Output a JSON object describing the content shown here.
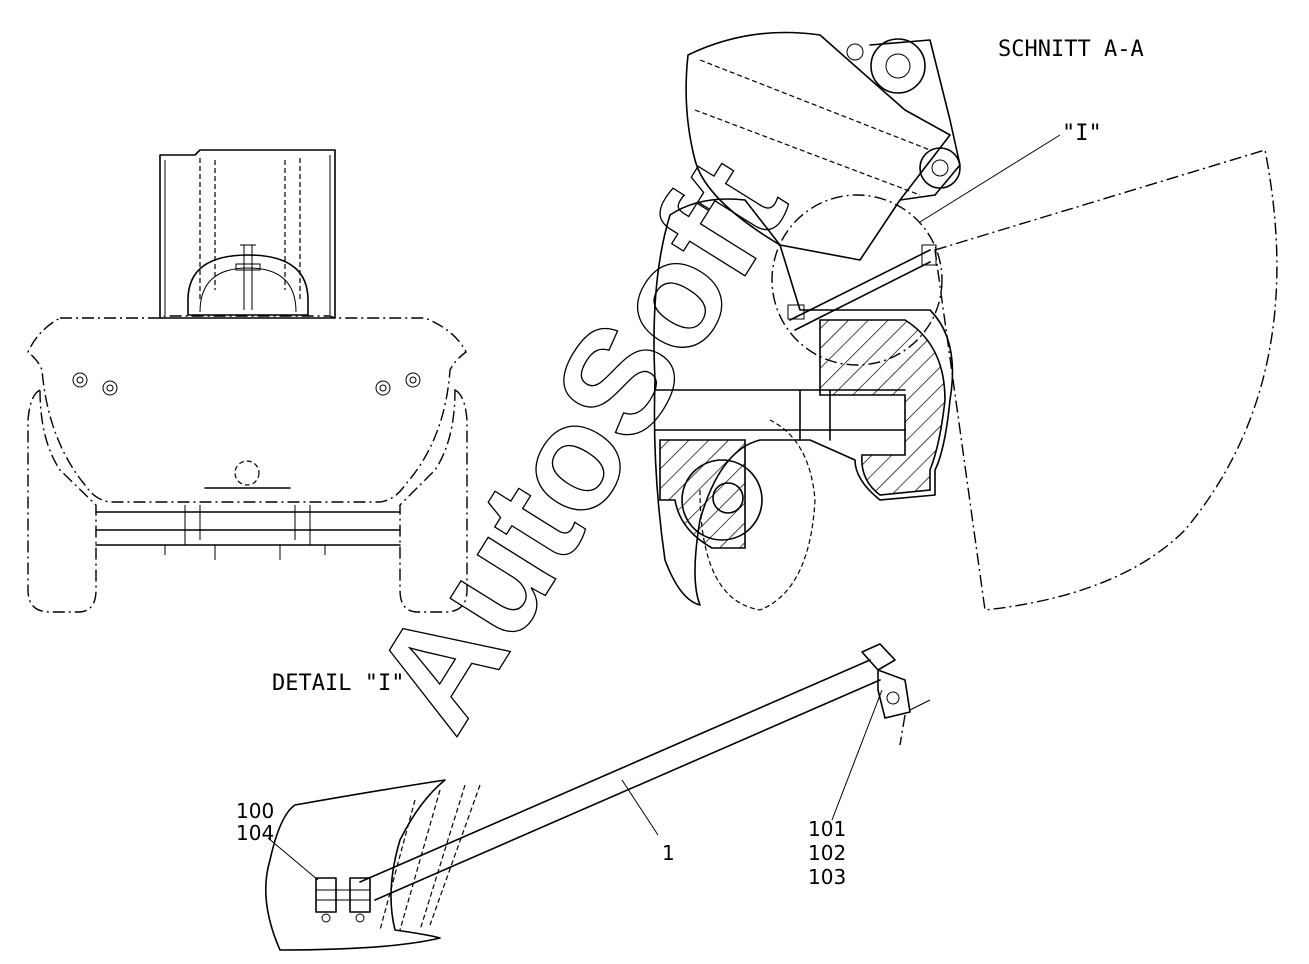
{
  "labels": {
    "section": "SCHNITT A-A",
    "section_detail_marker": "\"I\"",
    "detail": "DETAIL \"I\""
  },
  "part_numbers": {
    "left_top": "100",
    "left_bottom": "104",
    "hose": "1",
    "right_1": "101",
    "right_2": "102",
    "right_3": "103"
  },
  "watermark": "AutoSoft"
}
